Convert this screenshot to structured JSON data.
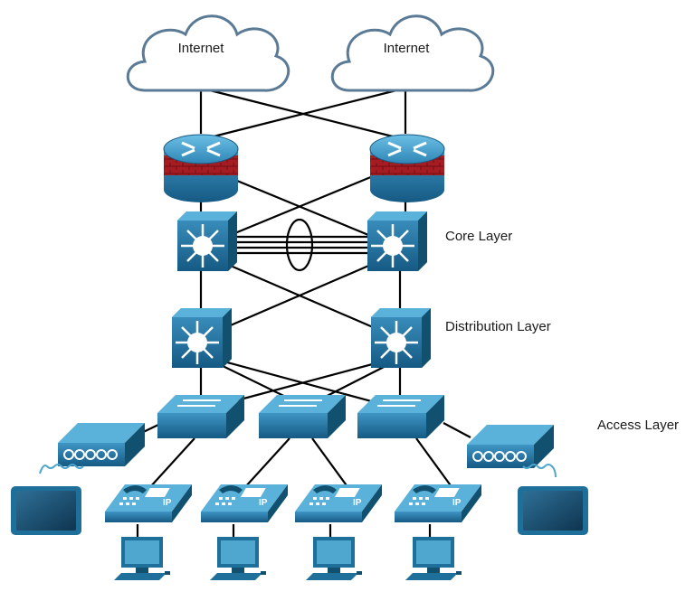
{
  "clouds": [
    {
      "label": "Internet"
    },
    {
      "label": "Internet"
    }
  ],
  "layers": {
    "core": "Core Layer",
    "distribution": "Distribution Layer",
    "access": "Access Layer"
  },
  "devices": {
    "phone_badge": "IP"
  },
  "colors": {
    "device_blue": "#1f6f9b",
    "device_light": "#4fa6cf",
    "firewall_red": "#9b1b1f",
    "cloud_stroke": "#5b7a96",
    "link": "#000000"
  }
}
